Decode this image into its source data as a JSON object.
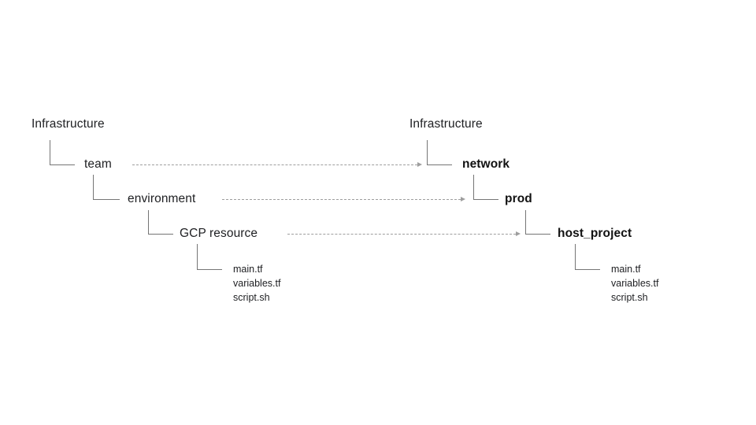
{
  "diagram": {
    "left_tree": {
      "root": "Infrastructure",
      "levels": [
        "team",
        "environment",
        "GCP resource"
      ],
      "files": [
        "main.tf",
        "variables.tf",
        "script.sh"
      ]
    },
    "right_tree": {
      "root": "Infrastructure",
      "levels": [
        "network",
        "prod",
        "host_project"
      ],
      "files": [
        "main.tf",
        "variables.tf",
        "script.sh"
      ]
    },
    "arrows": [
      {
        "from": "team",
        "to": "network"
      },
      {
        "from": "environment",
        "to": "prod"
      },
      {
        "from": "GCP resource",
        "to": "host_project"
      }
    ],
    "colors": {
      "background": "#ffffff",
      "text": "#202124",
      "connector": "#757575",
      "arrow": "#9e9e9e"
    }
  }
}
